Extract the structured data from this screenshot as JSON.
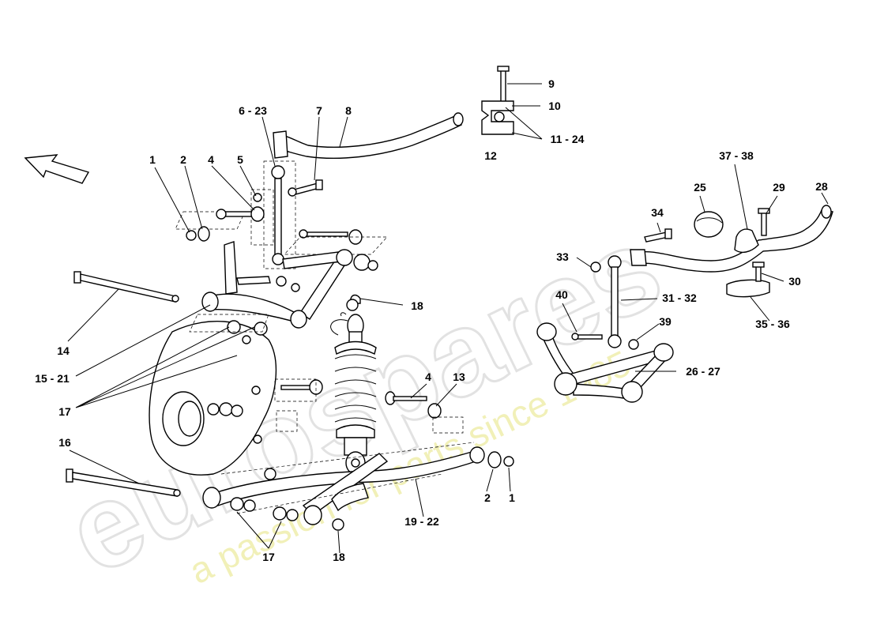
{
  "watermark": {
    "brand": "eurospares",
    "tagline": "a passion for parts since 1985",
    "brand_color": "#e2e2e2",
    "tagline_color": "#f1f0b8"
  },
  "direction_arrow": {
    "icon": "direction-arrow-icon"
  },
  "callouts": [
    {
      "label": "1"
    },
    {
      "label": "2"
    },
    {
      "label": "4"
    },
    {
      "label": "5"
    },
    {
      "label": "6 - 23"
    },
    {
      "label": "7"
    },
    {
      "label": "8"
    },
    {
      "label": "9"
    },
    {
      "label": "10"
    },
    {
      "label": "11 - 24"
    },
    {
      "label": "12"
    },
    {
      "label": "14"
    },
    {
      "label": "15 - 21"
    },
    {
      "label": "17"
    },
    {
      "label": "18"
    },
    {
      "label": "4"
    },
    {
      "label": "13"
    },
    {
      "label": "16"
    },
    {
      "label": "2"
    },
    {
      "label": "1"
    },
    {
      "label": "19 - 22"
    },
    {
      "label": "17"
    },
    {
      "label": "18"
    },
    {
      "label": "37 - 38"
    },
    {
      "label": "25"
    },
    {
      "label": "29"
    },
    {
      "label": "28"
    },
    {
      "label": "34"
    },
    {
      "label": "33"
    },
    {
      "label": "30"
    },
    {
      "label": "35 - 36"
    },
    {
      "label": "40"
    },
    {
      "label": "31 - 32"
    },
    {
      "label": "39"
    },
    {
      "label": "26 - 27"
    }
  ]
}
